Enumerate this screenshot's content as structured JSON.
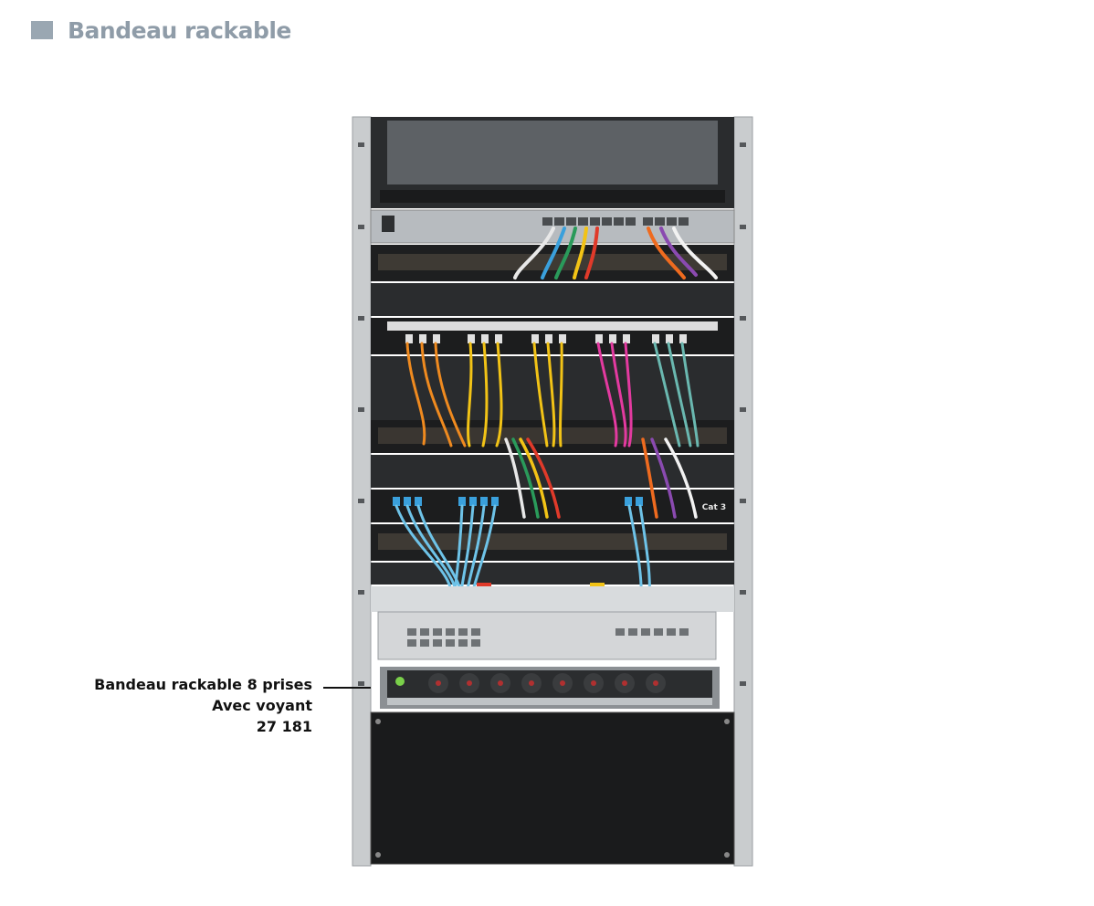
{
  "header": {
    "title": "Bandeau rackable"
  },
  "callout": {
    "line1": "Bandeau rackable 8 prises",
    "line2": "Avec voyant",
    "line3": "27 181"
  },
  "photo": {
    "subject": "network-rack",
    "patch_label": "Cat 3",
    "socket_count": 8
  }
}
